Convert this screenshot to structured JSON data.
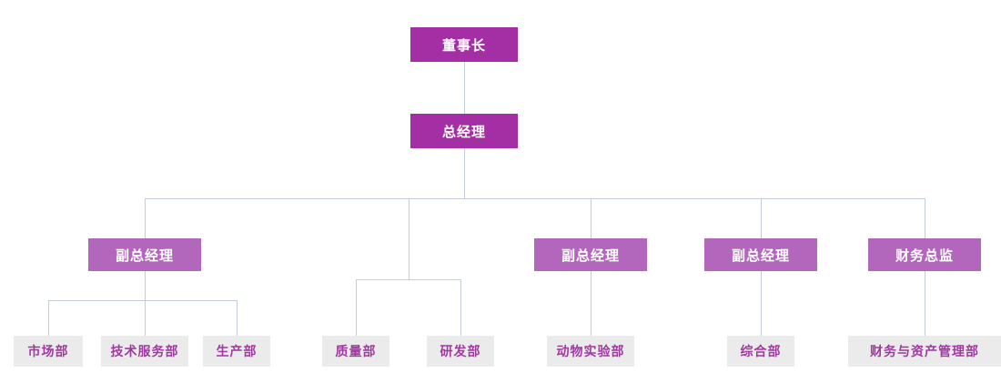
{
  "chart_data": {
    "type": "org-chart",
    "hierarchy": {
      "label": "董事长",
      "children": [
        {
          "label": "总经理",
          "children": [
            {
              "label": "副总经理",
              "children": [
                {
                  "label": "市场部"
                },
                {
                  "label": "技术服务部"
                },
                {
                  "label": "生产部"
                }
              ]
            },
            {
              "label": "质量部"
            },
            {
              "label": "研发部"
            },
            {
              "label": "副总经理",
              "children": [
                {
                  "label": "动物实验部"
                }
              ]
            },
            {
              "label": "副总经理",
              "children": [
                {
                  "label": "综合部"
                }
              ]
            },
            {
              "label": "财务总监",
              "children": [
                {
                  "label": "财务与资产管理部"
                }
              ]
            }
          ]
        }
      ]
    }
  },
  "nodes": {
    "chairman": "董事长",
    "general_manager": "总经理",
    "vp1": "副总经理",
    "vp2": "副总经理",
    "vp3": "副总经理",
    "cfo": "财务总监",
    "marketing": "市场部",
    "tech_service": "技术服务部",
    "production": "生产部",
    "quality": "质量部",
    "rnd": "研发部",
    "animal_lab": "动物实验部",
    "general_affairs": "综合部",
    "finance_asset": "财务与资产管理部"
  },
  "colors": {
    "level1_box": "#A42FA4",
    "level2_box": "#B267BD",
    "level3_box_bg": "#EBEBEB",
    "level3_text": "#A03AA0",
    "connector": "#C3CEDA"
  }
}
